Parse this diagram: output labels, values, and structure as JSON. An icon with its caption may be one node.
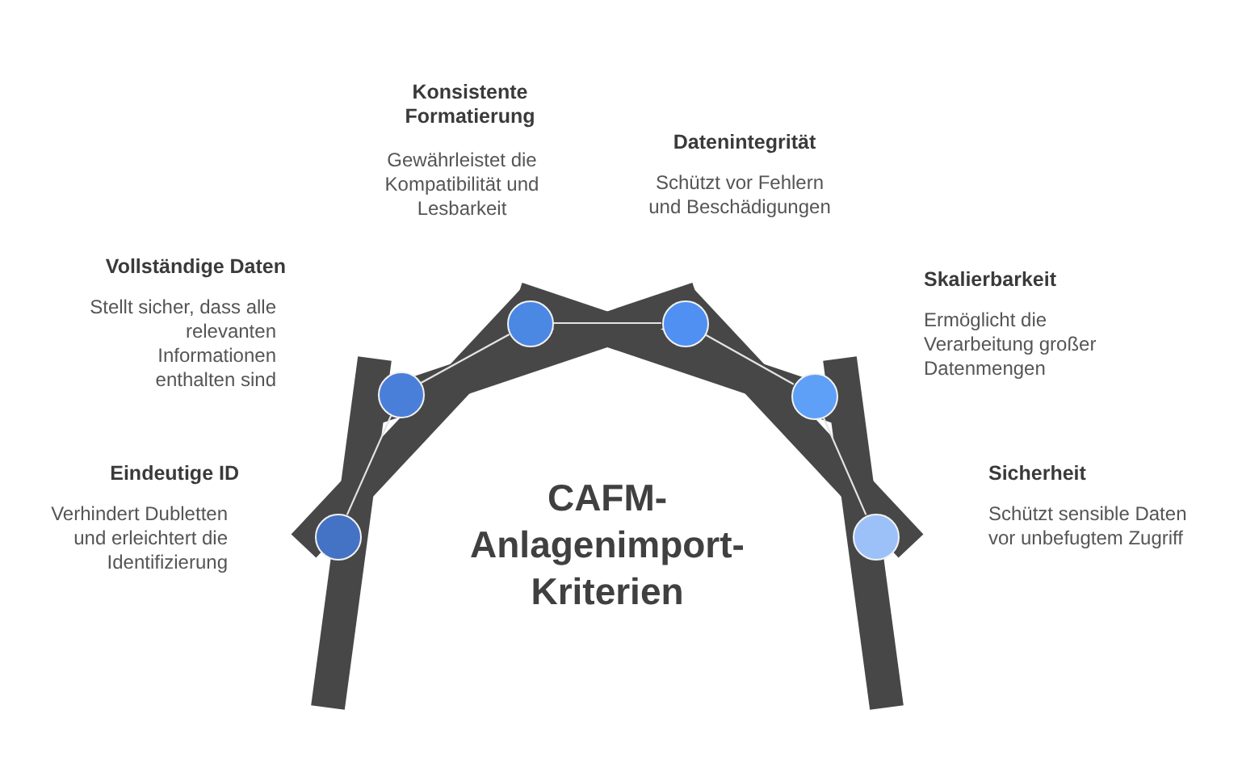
{
  "diagram": {
    "title": "CAFM-Anlagenimport-Kriterien",
    "nodes": [
      {
        "text": [],
        "shape": "circle",
        "beside": [
          "Eindeutige ID",
          "Verhindert Dubletten und erleichtert die Identifizierung"
        ]
      },
      {
        "text": [],
        "shape": "circle",
        "beside": [
          "Vollständige Daten",
          "Stellt sicher, dass alle relevanten Informationen enthalten sind"
        ]
      },
      {
        "text": [],
        "shape": "circle",
        "beside": [
          "Konsistente Formatierung",
          "Gewährleistet die Kompatibilität und Lesbarkeit"
        ]
      },
      {
        "text": [],
        "shape": "circle",
        "beside": [
          "Datenintegrität",
          "Schützt vor Fehlern und Beschädigungen"
        ]
      },
      {
        "text": [],
        "shape": "circle",
        "beside": [
          "Skalierbarkeit",
          "Ermöglicht die Verarbeitung großer Datenmengen"
        ]
      },
      {
        "text": [],
        "shape": "circle",
        "beside": [
          "Sicherheit",
          "Schützt sensible Daten vor unbefugtem Zugriff"
        ]
      }
    ],
    "edges": [
      {
        "from": 0,
        "to": 1,
        "arrow": "none"
      },
      {
        "from": 1,
        "to": 2,
        "arrow": "none"
      },
      {
        "from": 2,
        "to": 3,
        "arrow": "none"
      },
      {
        "from": 3,
        "to": 4,
        "arrow": "none"
      },
      {
        "from": 4,
        "to": 5,
        "arrow": "none"
      }
    ]
  }
}
